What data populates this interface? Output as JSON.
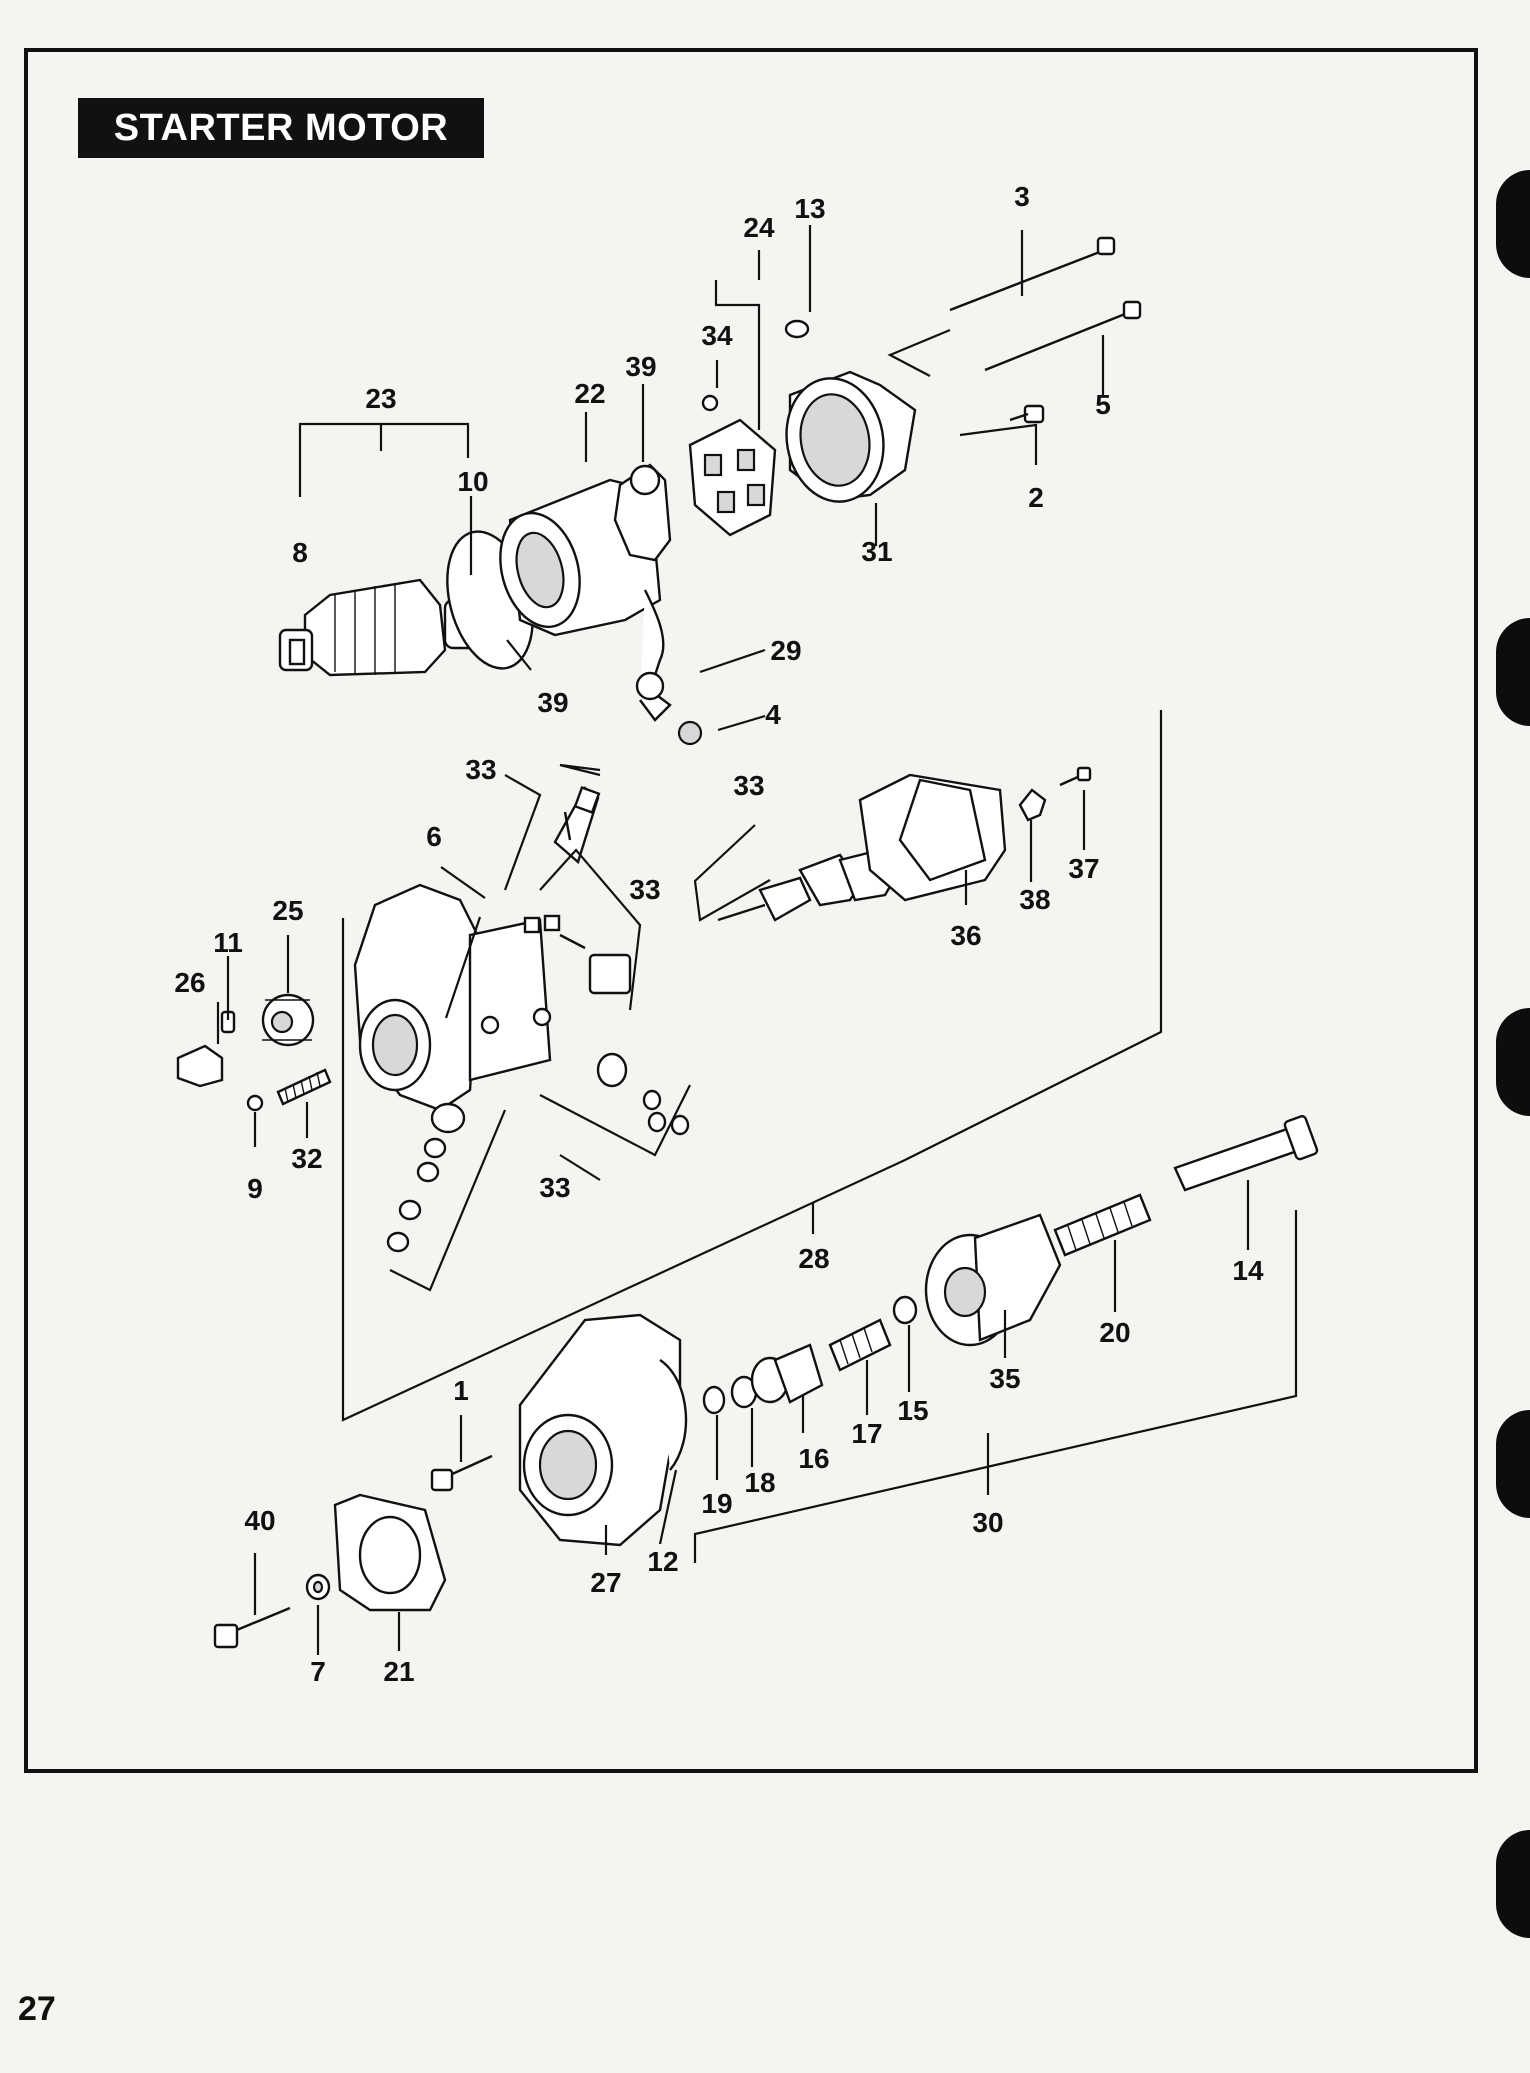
{
  "title": "STARTER MOTOR",
  "page_number": "27",
  "callouts": {
    "c1": "1",
    "c2": "2",
    "c3": "3",
    "c4": "4",
    "c5": "5",
    "c6": "6",
    "c7": "7",
    "c8": "8",
    "c9": "9",
    "c10": "10",
    "c11": "11",
    "c12": "12",
    "c13": "13",
    "c14": "14",
    "c15": "15",
    "c16": "16",
    "c17": "17",
    "c18": "18",
    "c19": "19",
    "c20": "20",
    "c21": "21",
    "c22": "22",
    "c23": "23",
    "c24": "24",
    "c25": "25",
    "c26": "26",
    "c27": "27",
    "c28": "28",
    "c29": "29",
    "c30": "30",
    "c31": "31",
    "c32": "32",
    "c33": "33",
    "c34": "34",
    "c35": "35",
    "c36": "36",
    "c37": "37",
    "c38": "38",
    "c39": "39",
    "c40": "40"
  },
  "colors": {
    "ink": "#111111",
    "paper": "#f4f4f1",
    "title_text": "#ffffff"
  }
}
